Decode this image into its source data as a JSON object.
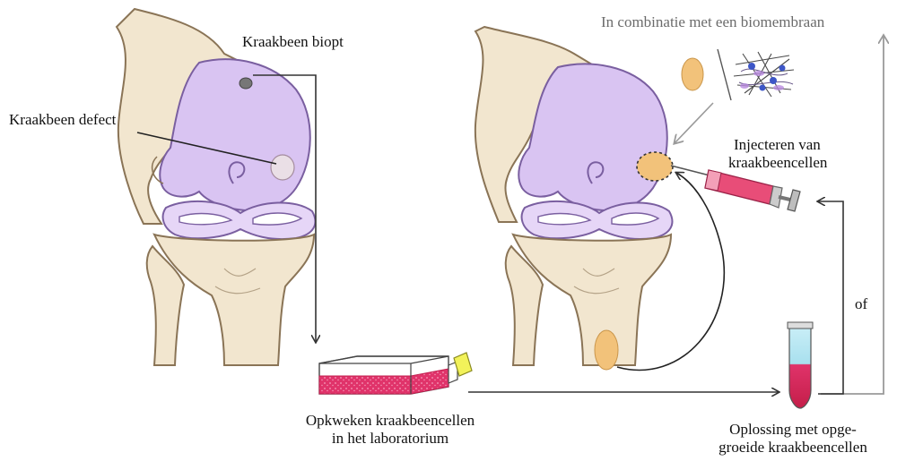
{
  "labels": {
    "biopsy": "Kraakbeen biopt",
    "defect": "Kraakbeen defect",
    "culture_line1": "Opkweken kraakbeencellen",
    "culture_line2": "in het laboratorium",
    "membrane": "In combinatie met een biomembraan",
    "inject_line1": "Injecteren van",
    "inject_line2": "kraakbeencellen",
    "or": "of",
    "solution_line1": "Oplossing met opge-",
    "solution_line2": "groeide kraakbeencellen"
  },
  "colors": {
    "bone": "#f2e6cf",
    "bone_stroke": "#8a7456",
    "cartilage": "#d9c4f2",
    "cartilage_stroke": "#7a5fa0",
    "meniscus": "#ffffff",
    "flask_medium": "#e0336a",
    "flask_cap": "#f2f25a",
    "syringe": "#e84d78",
    "tube_top": "#a8e0ee",
    "tube_bottom": "#d9264f",
    "cell": "#f2c27a",
    "arrow_dark": "#333333",
    "arrow_grey": "#9a9a9a"
  }
}
